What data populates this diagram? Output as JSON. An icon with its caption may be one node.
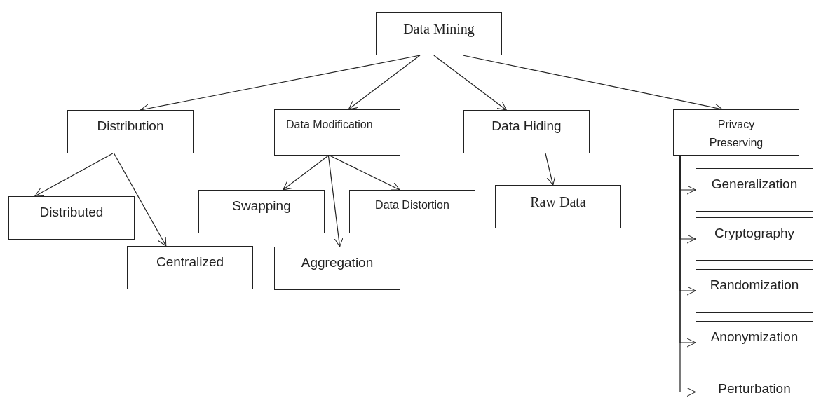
{
  "diagram": {
    "nodes": [
      {
        "text": [
          "Data Mining"
        ]
      },
      {
        "text": [
          "Distribution"
        ]
      },
      {
        "text": [
          "Data Modification"
        ]
      },
      {
        "text": [
          "Data Hiding"
        ]
      },
      {
        "text": [
          "Privacy Preserving"
        ]
      },
      {
        "text": [
          "Distributed"
        ]
      },
      {
        "text": [
          "Centralized"
        ]
      },
      {
        "text": [
          "Swapping"
        ]
      },
      {
        "text": [
          "Data Distortion"
        ]
      },
      {
        "text": [
          "Aggregation"
        ]
      },
      {
        "text": [
          "Raw Data"
        ]
      },
      {
        "text": [
          "Generalization"
        ]
      },
      {
        "text": [
          "Cryptography"
        ]
      },
      {
        "text": [
          "Randomization"
        ]
      },
      {
        "text": [
          "Anonymization"
        ]
      },
      {
        "text": [
          "Perturbation"
        ]
      }
    ],
    "edges": [
      {
        "from": 0,
        "to": 1,
        "arrow": "to"
      },
      {
        "from": 0,
        "to": 2,
        "arrow": "to"
      },
      {
        "from": 0,
        "to": 3,
        "arrow": "to"
      },
      {
        "from": 0,
        "to": 4,
        "arrow": "to"
      },
      {
        "from": 1,
        "to": 5,
        "arrow": "to"
      },
      {
        "from": 1,
        "to": 6,
        "arrow": "to"
      },
      {
        "from": 2,
        "to": 7,
        "arrow": "to"
      },
      {
        "from": 2,
        "to": 9,
        "arrow": "to"
      },
      {
        "from": 2,
        "to": 8,
        "arrow": "to"
      },
      {
        "from": 3,
        "to": 10,
        "arrow": "to"
      },
      {
        "from": 4,
        "to": 11,
        "arrow": "to"
      },
      {
        "from": 4,
        "to": 12,
        "arrow": "to"
      },
      {
        "from": 4,
        "to": 13,
        "arrow": "to"
      },
      {
        "from": 4,
        "to": 14,
        "arrow": "to"
      },
      {
        "from": 4,
        "to": 15,
        "arrow": "to"
      }
    ]
  }
}
